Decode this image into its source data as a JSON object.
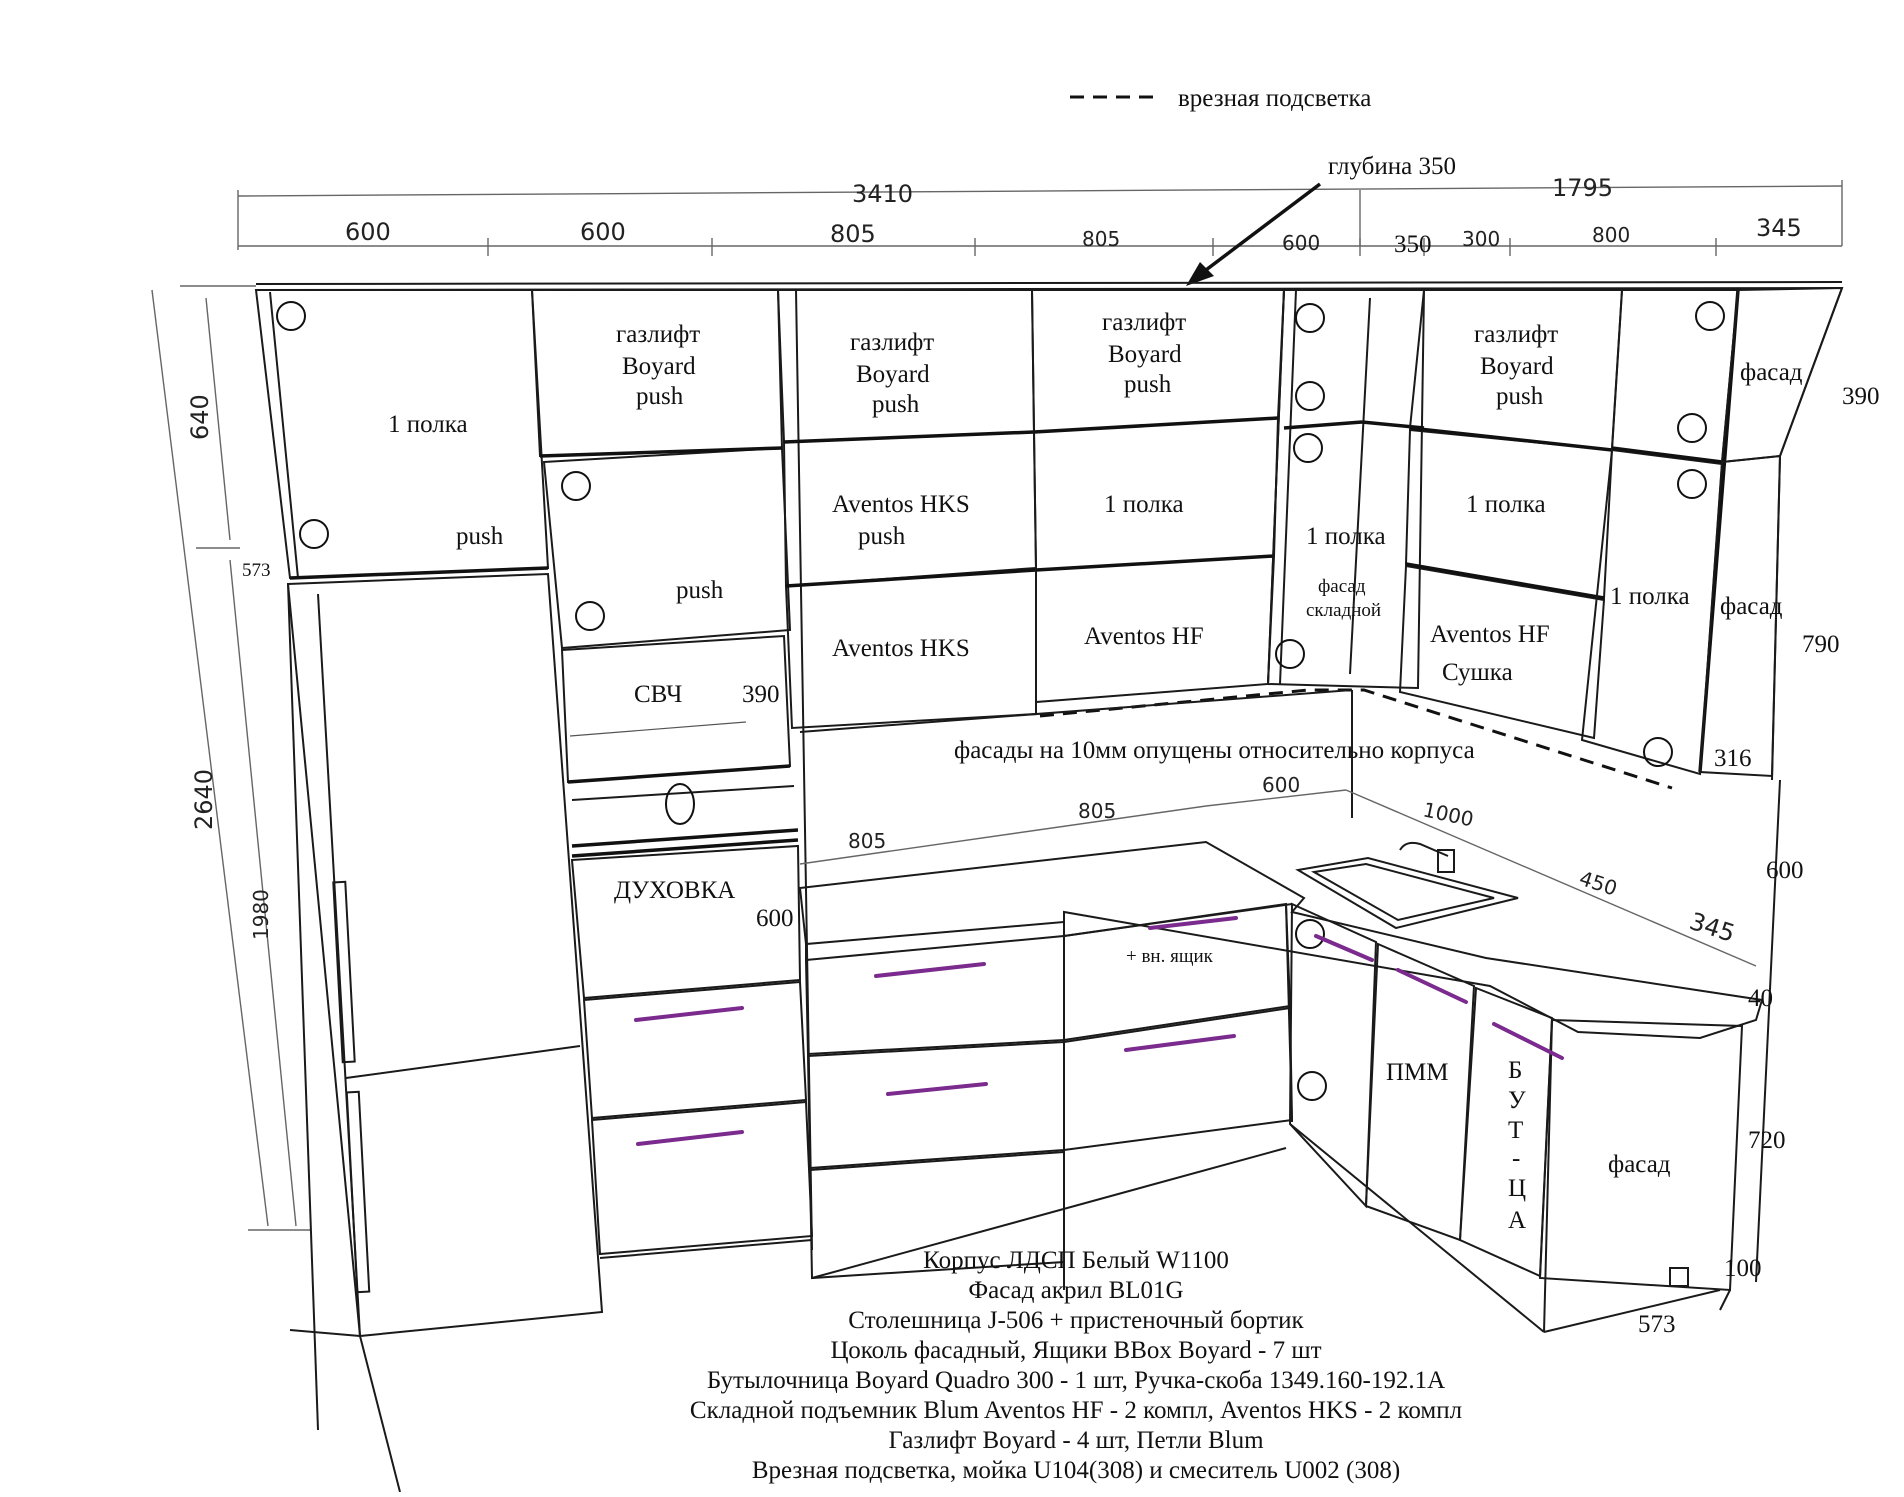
{
  "legend": {
    "label": "врезная подсветка"
  },
  "annotations": {
    "depth": "глубина 350",
    "facade_offset": "фасады на 10мм опущены относительно корпуса"
  },
  "dimensions": {
    "total_left": "3410",
    "total_right": "1795",
    "top_segments": [
      "600",
      "600",
      "805",
      "805",
      "600",
      "350",
      "300",
      "800",
      "345"
    ],
    "height_total": "2640",
    "height_upper": "640",
    "height_tall": "1980",
    "d573_left": "573",
    "d390_mw": "390",
    "d600_oven": "600",
    "counter_segments": [
      "805",
      "805",
      "600",
      "1000",
      "450",
      "345"
    ],
    "right_390": "390",
    "right_790": "790",
    "right_316": "316",
    "right_600": "600",
    "right_40": "40",
    "right_720": "720",
    "right_100": "100",
    "bottom_573": "573"
  },
  "labels": {
    "shelf1": "1 полка",
    "push": "push",
    "gaslift_l1": "газлифт",
    "gaslift_l2": "Boyard",
    "gaslift_l3": "push",
    "aventos_hks": "Aventos HKS",
    "aventos_hf": "Aventos HF",
    "microwave": "СВЧ",
    "oven": "ДУХОВКА",
    "inner_drawer": "+ вн. ящик",
    "folding_l1": "фасад",
    "folding_l2": "складной",
    "dryer": "Сушка",
    "facade": "фасад",
    "dishwasher": "ПММ",
    "bottle": [
      "Б",
      "У",
      "Т",
      "-",
      "Ц",
      "А"
    ]
  },
  "notes": [
    "Корпус ЛДСП Белый W1100",
    "Фасад акрил BL01G",
    "Столешница J-506 + пристеночный бортик",
    "Цоколь фасадный, Ящики BBox Boyard - 7 шт",
    "Бутылочница Boyard Quadro 300 - 1 шт, Ручка-скоба 1349.160-192.1А",
    "Складной подъемник Blum Aventos HF - 2 компл, Aventos HKS - 2 компл",
    "Газлифт Boyard - 4 шт, Петли Blum",
    "Врезная подсветка, мойка U104(308) и смеситель U002 (308)"
  ],
  "colors": {
    "handle": "#7b2a8e",
    "line": "#111111"
  }
}
